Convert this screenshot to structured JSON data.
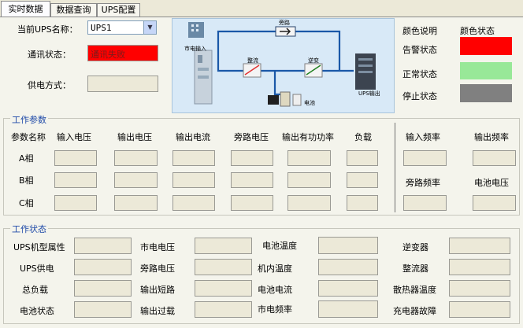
{
  "tabs": [
    "实时数据",
    "数据查询",
    "UPS配置"
  ],
  "header": {
    "ups_name_label": "当前UPS名称：",
    "ups_name_value": "UPS1",
    "comm_status_label": "通讯状态：",
    "comm_status_value": "通讯失败",
    "supply_mode_label": "供电方式：",
    "supply_mode_value": ""
  },
  "diagram": {
    "bypass": "旁路",
    "rectifier": "整流",
    "inverter": "逆变",
    "mains_input": "市电输入",
    "battery": "电池",
    "ups_output": "UPS输出"
  },
  "legend": {
    "title_desc": "颜色说明",
    "title_status": "颜色状态",
    "items": [
      {
        "label": "告警状态",
        "color": "#ff0000"
      },
      {
        "label": "正常状态",
        "color": "#98e898"
      },
      {
        "label": "停止状态",
        "color": "#808080"
      }
    ]
  },
  "work_params": {
    "title": "工作参数",
    "param_name_label": "参数名称",
    "columns": [
      "输入电压",
      "输出电压",
      "输出电流",
      "旁路电压",
      "输出有功功率",
      "负载"
    ],
    "phases": [
      "A相",
      "B相",
      "C相"
    ],
    "values": [
      [
        "",
        "",
        "",
        "",
        "",
        ""
      ],
      [
        "",
        "",
        "",
        "",
        "",
        ""
      ],
      [
        "",
        "",
        "",
        "",
        "",
        ""
      ]
    ],
    "freq_labels": [
      "输入频率",
      "输出频率",
      "旁路频率",
      "电池电压"
    ],
    "freq_values": [
      "",
      "",
      "",
      ""
    ]
  },
  "work_status": {
    "title": "工作状态",
    "rows": [
      [
        "UPS机型属性",
        "市电电压",
        "电池温度",
        "逆变器"
      ],
      [
        "UPS供电",
        "旁路电压",
        "机内温度",
        "整流器"
      ],
      [
        "总负载",
        "输出短路",
        "电池电流",
        "散热器温度"
      ],
      [
        "电池状态",
        "输出过载",
        "市电频率",
        "充电器故障"
      ]
    ],
    "values": [
      [
        "",
        "",
        "",
        ""
      ],
      [
        "",
        "",
        "",
        ""
      ],
      [
        "",
        "",
        "",
        ""
      ],
      [
        "",
        "",
        "",
        ""
      ]
    ]
  },
  "colors": {
    "alarm": "#ff0000",
    "normal": "#98e898",
    "stopped": "#808080",
    "accent": "#1f4aa8"
  }
}
